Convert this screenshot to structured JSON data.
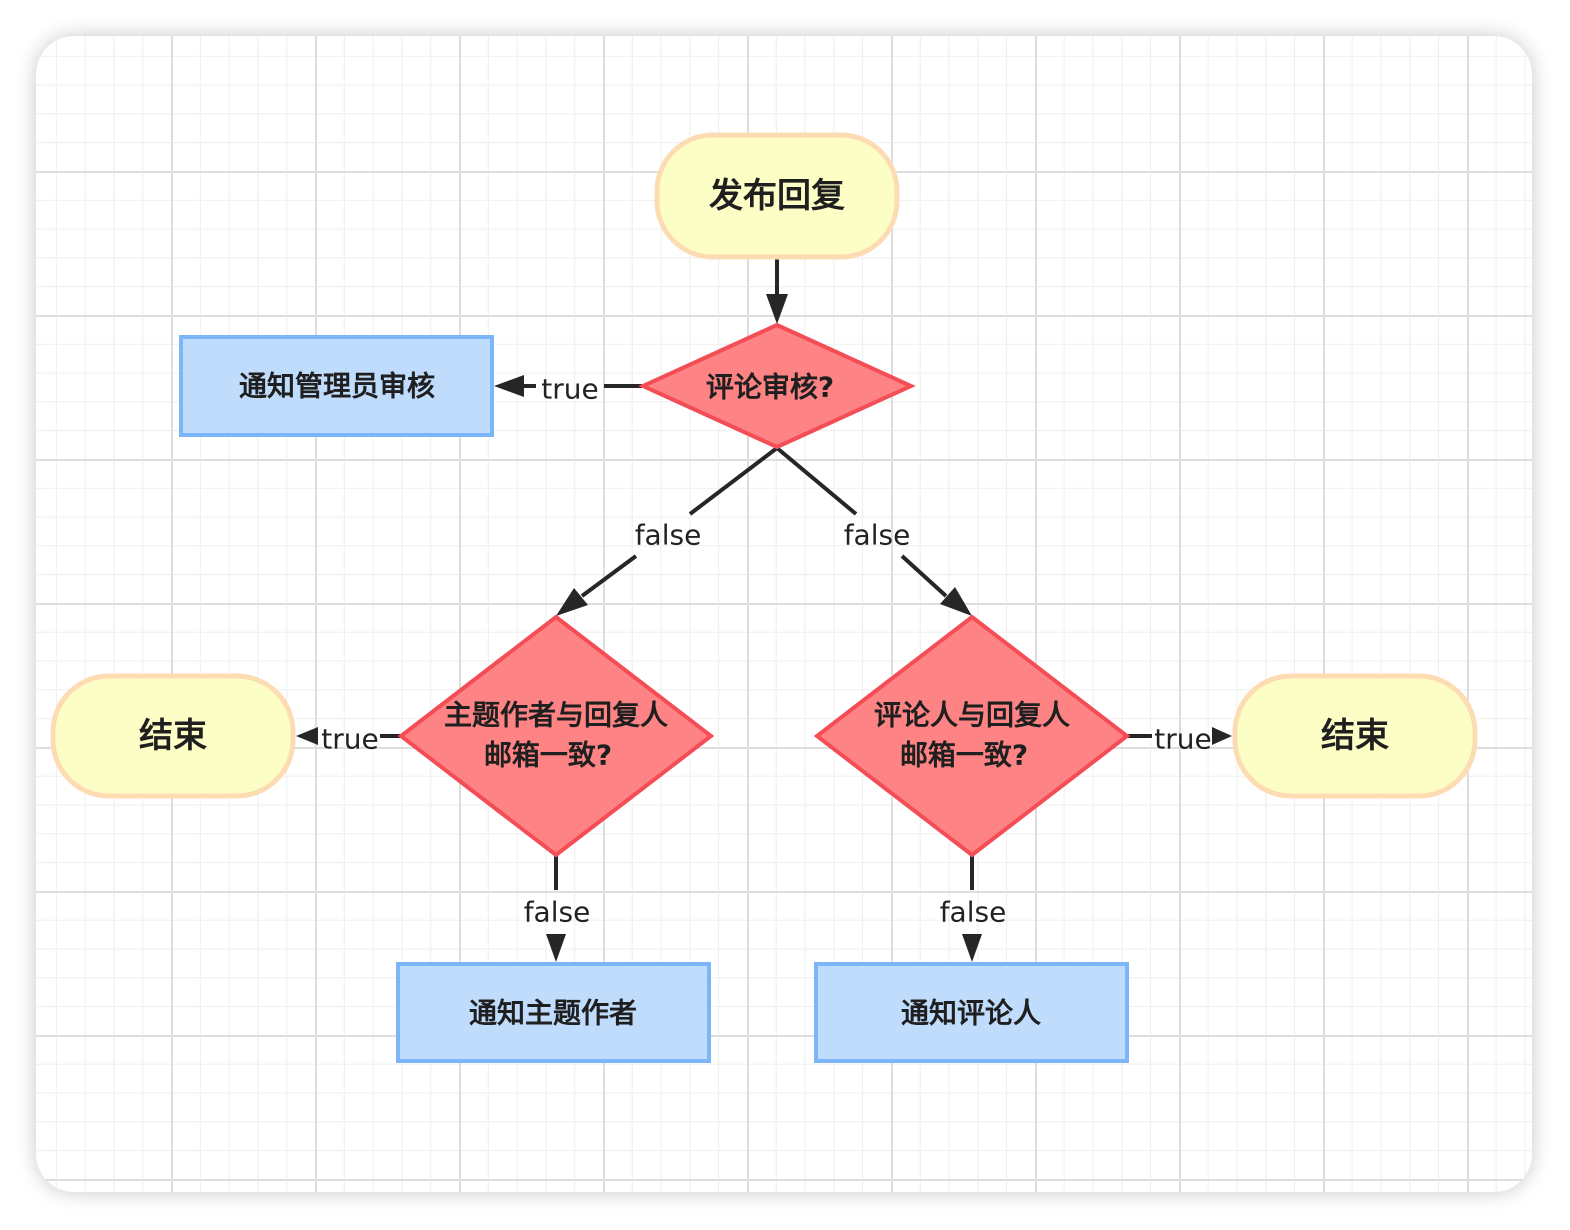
{
  "nodes": {
    "start": {
      "label": "发布回复"
    },
    "review_check": {
      "label": "评论审核?"
    },
    "notify_admin": {
      "label": "通知管理员审核"
    },
    "author_email_check": {
      "line1": "主题作者与回复人",
      "line2": "邮箱一致?"
    },
    "commenter_email_check": {
      "line1": "评论人与回复人",
      "line2": "邮箱一致?"
    },
    "end_left": {
      "label": "结束"
    },
    "end_right": {
      "label": "结束"
    },
    "notify_author": {
      "label": "通知主题作者"
    },
    "notify_commenter": {
      "label": "通知评论人"
    }
  },
  "edges": {
    "review_true": "true",
    "review_false_left": "false",
    "review_false_right": "false",
    "author_true": "true",
    "author_false": "false",
    "commenter_true": "true",
    "commenter_false": "false"
  },
  "colors": {
    "terminal_fill": "#fdfec5",
    "terminal_stroke": "#fddcb4",
    "decision_fill": "#fe8384",
    "decision_stroke": "#f44d56",
    "process_fill": "#c0dcfd",
    "process_stroke": "#7cb6f8",
    "edge": "#262626"
  }
}
